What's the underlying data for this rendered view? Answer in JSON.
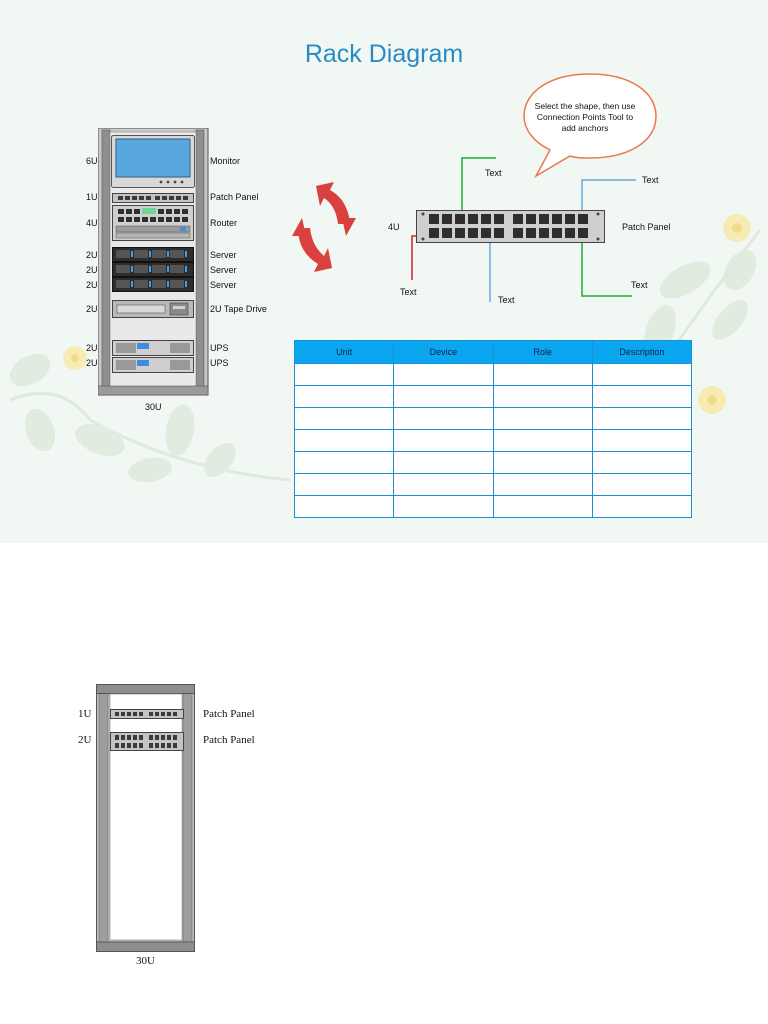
{
  "title": "Rack Diagram",
  "rack1": {
    "size_label": "30U",
    "units": [
      {
        "u": "6U",
        "name": "Monitor"
      },
      {
        "u": "1U",
        "name": "Patch Panel"
      },
      {
        "u": "4U",
        "name": "Router"
      },
      {
        "u": "2U",
        "name": "Server"
      },
      {
        "u": "2U",
        "name": "Server"
      },
      {
        "u": "2U",
        "name": "Server"
      },
      {
        "u": "2U",
        "name": "2U Tape Drive"
      },
      {
        "u": "2U",
        "name": "UPS"
      },
      {
        "u": "2U",
        "name": "UPS"
      }
    ]
  },
  "callout": "Select the shape, then use Connection Points Tool to add anchors",
  "patch_detail": {
    "unit": "4U",
    "name": "Patch Panel",
    "labels": [
      "Text",
      "Text",
      "Text",
      "Text",
      "Text"
    ]
  },
  "table": {
    "headers": [
      "Unit",
      "Device",
      "Role",
      "Description"
    ],
    "row_count": 7
  },
  "rack2": {
    "size_label": "30U",
    "units": [
      {
        "u": "1U",
        "name": "Patch Panel"
      },
      {
        "u": "2U",
        "name": "Patch Panel"
      }
    ]
  },
  "colors": {
    "title": "#2a8bc4",
    "table_header": "#0aa6ef",
    "table_border": "#1b8fd6",
    "refresh_arrows": "#d9403e",
    "callout_border": "#e8784c",
    "line_green": "#1faa3a",
    "line_blue": "#2d7fd0",
    "line_red": "#d0202a",
    "background": "#f1f8f4"
  }
}
